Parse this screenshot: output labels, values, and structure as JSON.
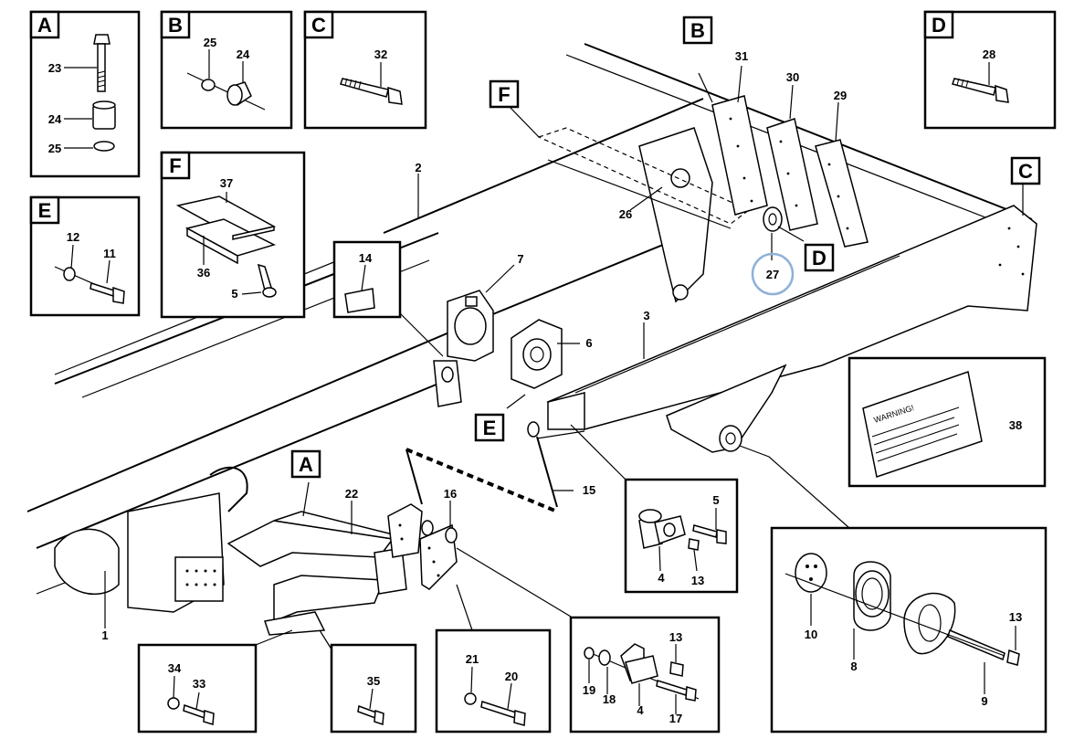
{
  "callouts": {
    "p1": "1",
    "p2": "2",
    "p3": "3",
    "p4a": "4",
    "p4b": "4",
    "p5": "5",
    "p6": "6",
    "p7": "7",
    "p8": "8",
    "p9": "9",
    "p10": "10",
    "p11": "11",
    "p12": "12",
    "p13a": "13",
    "p13b": "13",
    "p13c": "13",
    "p14": "14",
    "p15": "15",
    "p16": "16",
    "p17": "17",
    "p18": "18",
    "p19": "19",
    "p20": "20",
    "p21": "21",
    "p22": "22",
    "p23": "23",
    "p24a": "24",
    "p24b": "24",
    "p25a": "25",
    "p25b": "25",
    "p26": "26",
    "p27": "27",
    "p28": "28",
    "p29": "29",
    "p30": "30",
    "p31": "31",
    "p32": "32",
    "p33": "33",
    "p34": "34",
    "p35": "35",
    "p36": "36",
    "p37": "37",
    "p38": "38"
  },
  "section_tags": {
    "a_main": "A",
    "a_inset": "A",
    "b_main": "B",
    "b_inset": "B",
    "c_main": "C",
    "c_inset": "C",
    "d_main": "D",
    "d_inset": "D",
    "e_main": "E",
    "e_inset": "E",
    "f_main": "F",
    "f_inset": "F"
  },
  "warning_label": "WARNING!",
  "colors": {
    "highlight_circle": "#8fb1d9",
    "line": "#000000",
    "background": "#ffffff"
  }
}
